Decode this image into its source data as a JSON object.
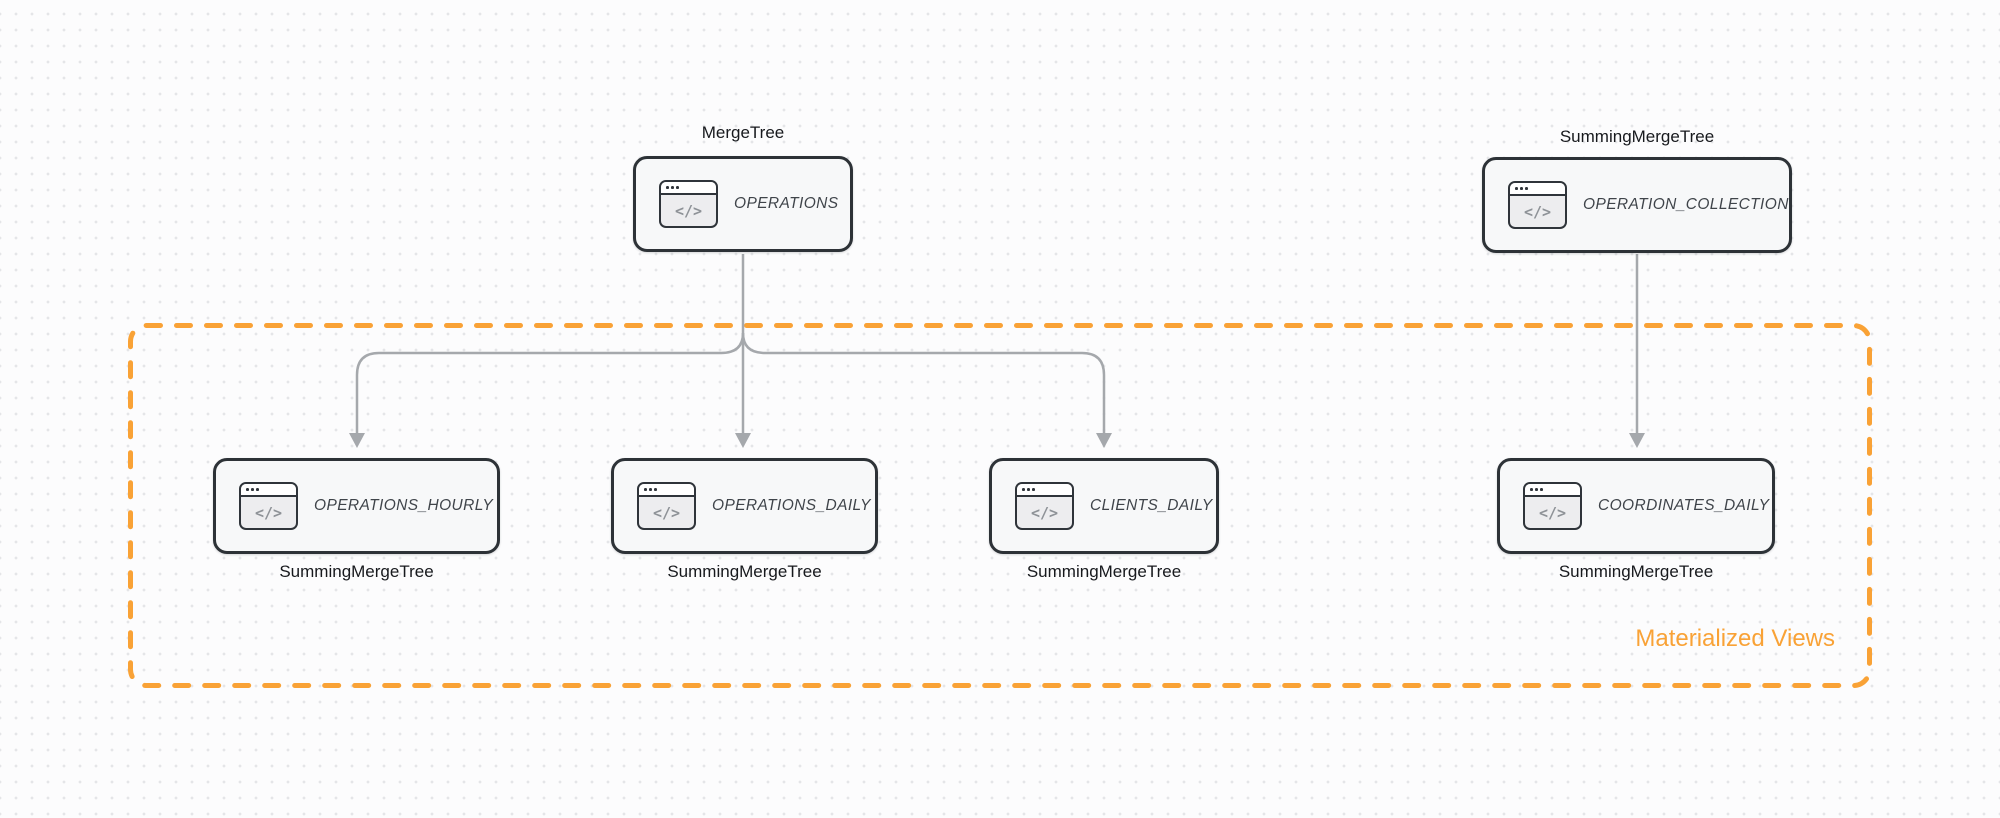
{
  "diagram": {
    "group": {
      "label": "Materialized Views"
    },
    "icon_glyph": "</>",
    "nodes": [
      {
        "id": "operations",
        "table": "OPERATIONS",
        "engine": "MergeTree",
        "engine_label_position": "top"
      },
      {
        "id": "operation_collection",
        "table": "OPERATION_COLLECTION",
        "engine": "SummingMergeTree",
        "engine_label_position": "top"
      },
      {
        "id": "operations_hourly",
        "table": "OPERATIONS_HOURLY",
        "engine": "SummingMergeTree",
        "engine_label_position": "bottom"
      },
      {
        "id": "operations_daily",
        "table": "OPERATIONS_DAILY",
        "engine": "SummingMergeTree",
        "engine_label_position": "bottom"
      },
      {
        "id": "clients_daily",
        "table": "CLIENTS_DAILY",
        "engine": "SummingMergeTree",
        "engine_label_position": "bottom"
      },
      {
        "id": "coordinates_daily",
        "table": "COORDINATES_DAILY",
        "engine": "SummingMergeTree",
        "engine_label_position": "bottom"
      }
    ],
    "edges": [
      {
        "from": "OPERATIONS",
        "to": "OPERATIONS_HOURLY"
      },
      {
        "from": "OPERATIONS",
        "to": "OPERATIONS_DAILY"
      },
      {
        "from": "OPERATIONS",
        "to": "CLIENTS_DAILY"
      },
      {
        "from": "OPERATION_COLLECTION",
        "to": "COORDINATES_DAILY"
      }
    ],
    "colors": {
      "accent_orange": "#F9A236",
      "node_border": "#2D3237",
      "node_fill": "#F7F8F9",
      "edge_gray": "#A5A8AC",
      "engine_label_text": "#17191D",
      "table_label_text": "#3F444A"
    }
  }
}
